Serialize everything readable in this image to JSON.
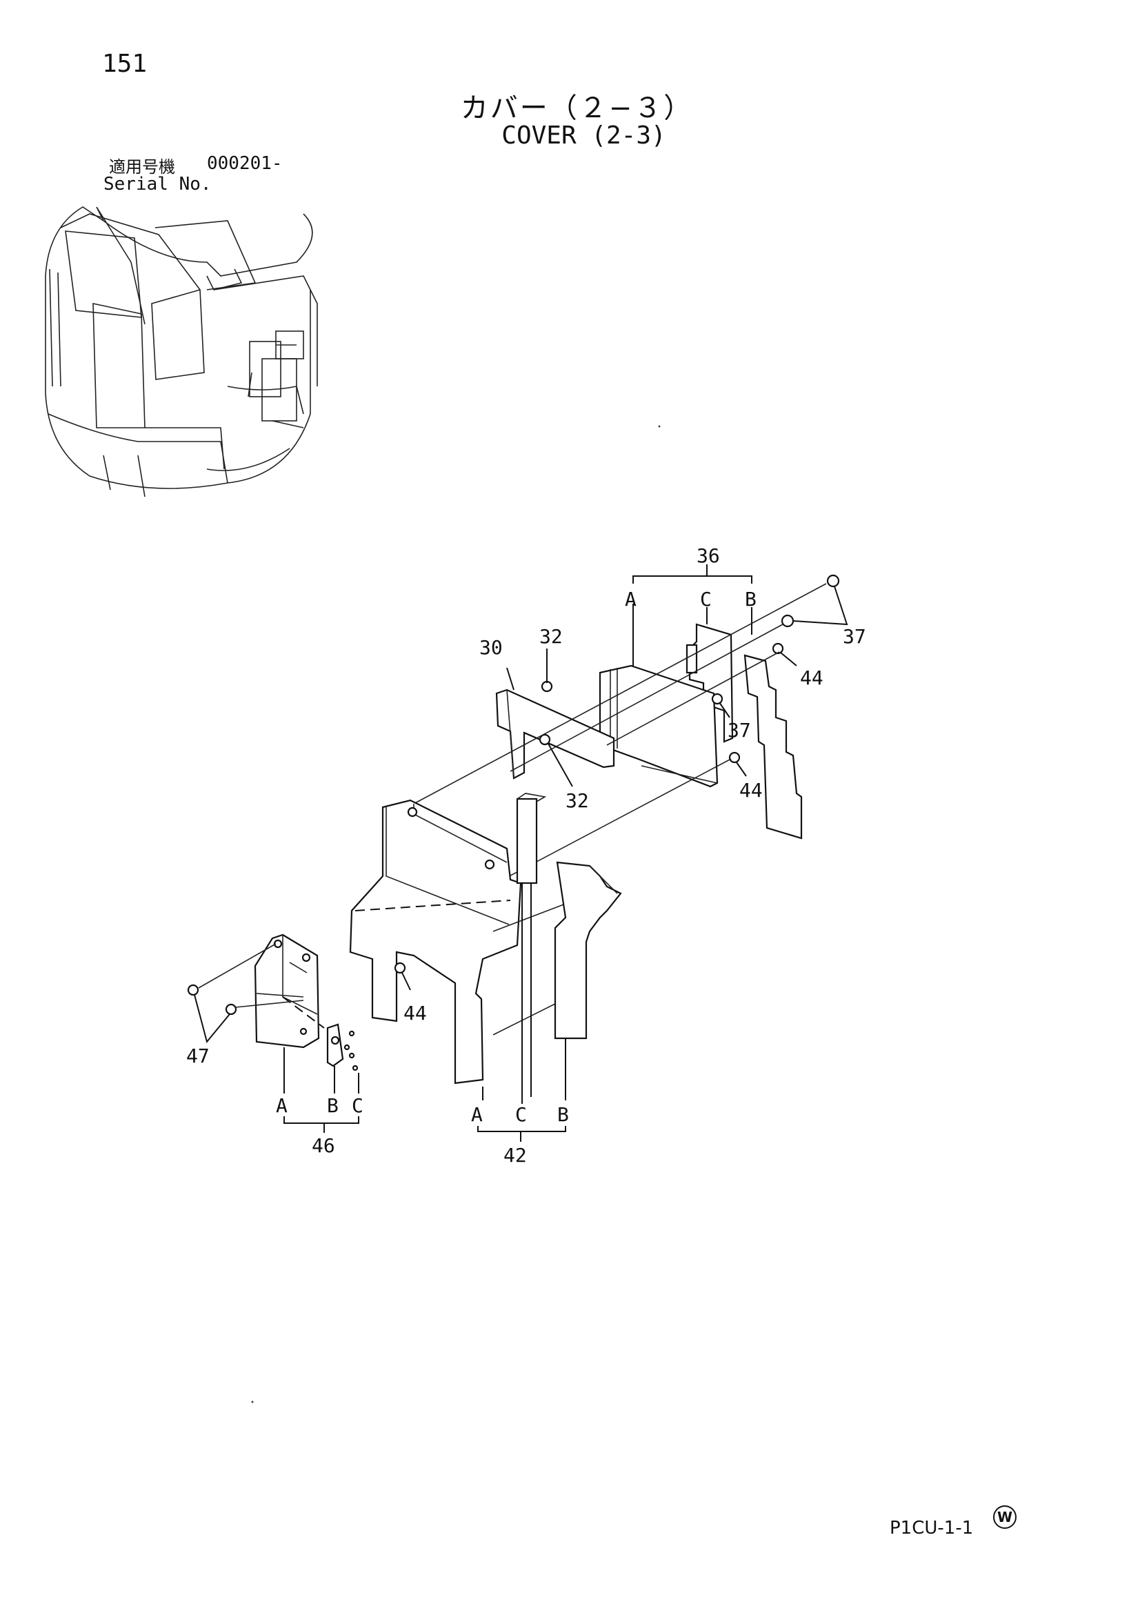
{
  "page": {
    "number": "151",
    "title_jp": "カバー（２−３）",
    "title_en": "COVER (2-3)",
    "serial_label_jp": "適用号機",
    "serial_value": "000201-",
    "serial_label_en": "Serial No.",
    "figure_code": "P1CU-1-1",
    "w_mark": "W"
  },
  "callouts": {
    "p30": "30",
    "p32a": "32",
    "p32b": "32",
    "p36": "36",
    "p36_a": "A",
    "p36_c": "C",
    "p36_b": "B",
    "p37a": "37",
    "p37b": "37",
    "p44a": "44",
    "p44b": "44",
    "p44c": "44",
    "p42": "42",
    "p42_a": "A",
    "p42_c": "C",
    "p42_b": "B",
    "p46": "46",
    "p46_a": "A",
    "p46_b": "B",
    "p46_c": "C",
    "p47": "47"
  }
}
